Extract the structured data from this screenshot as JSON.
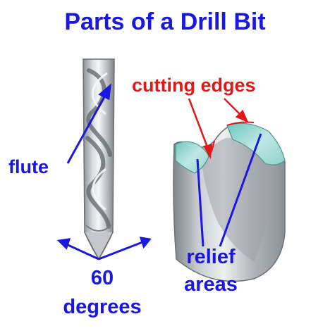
{
  "title": "Parts of a Drill Bit",
  "labels": {
    "cutting_edges": "cutting edges",
    "flute": "flute",
    "angle_value": "60",
    "angle_unit": "degrees",
    "relief_line1": "relief",
    "relief_line2": "areas"
  },
  "colors": {
    "title": "#1818e0",
    "blue_label": "#1818e0",
    "red_label": "#e01818",
    "steel_light": "#e4e6e8",
    "steel_mid": "#b4b8bc",
    "steel_dark": "#7e8489",
    "face_teal": "#a6dcd8"
  },
  "icons": [
    "drill-bit-side-view",
    "drill-tip-closeup"
  ]
}
